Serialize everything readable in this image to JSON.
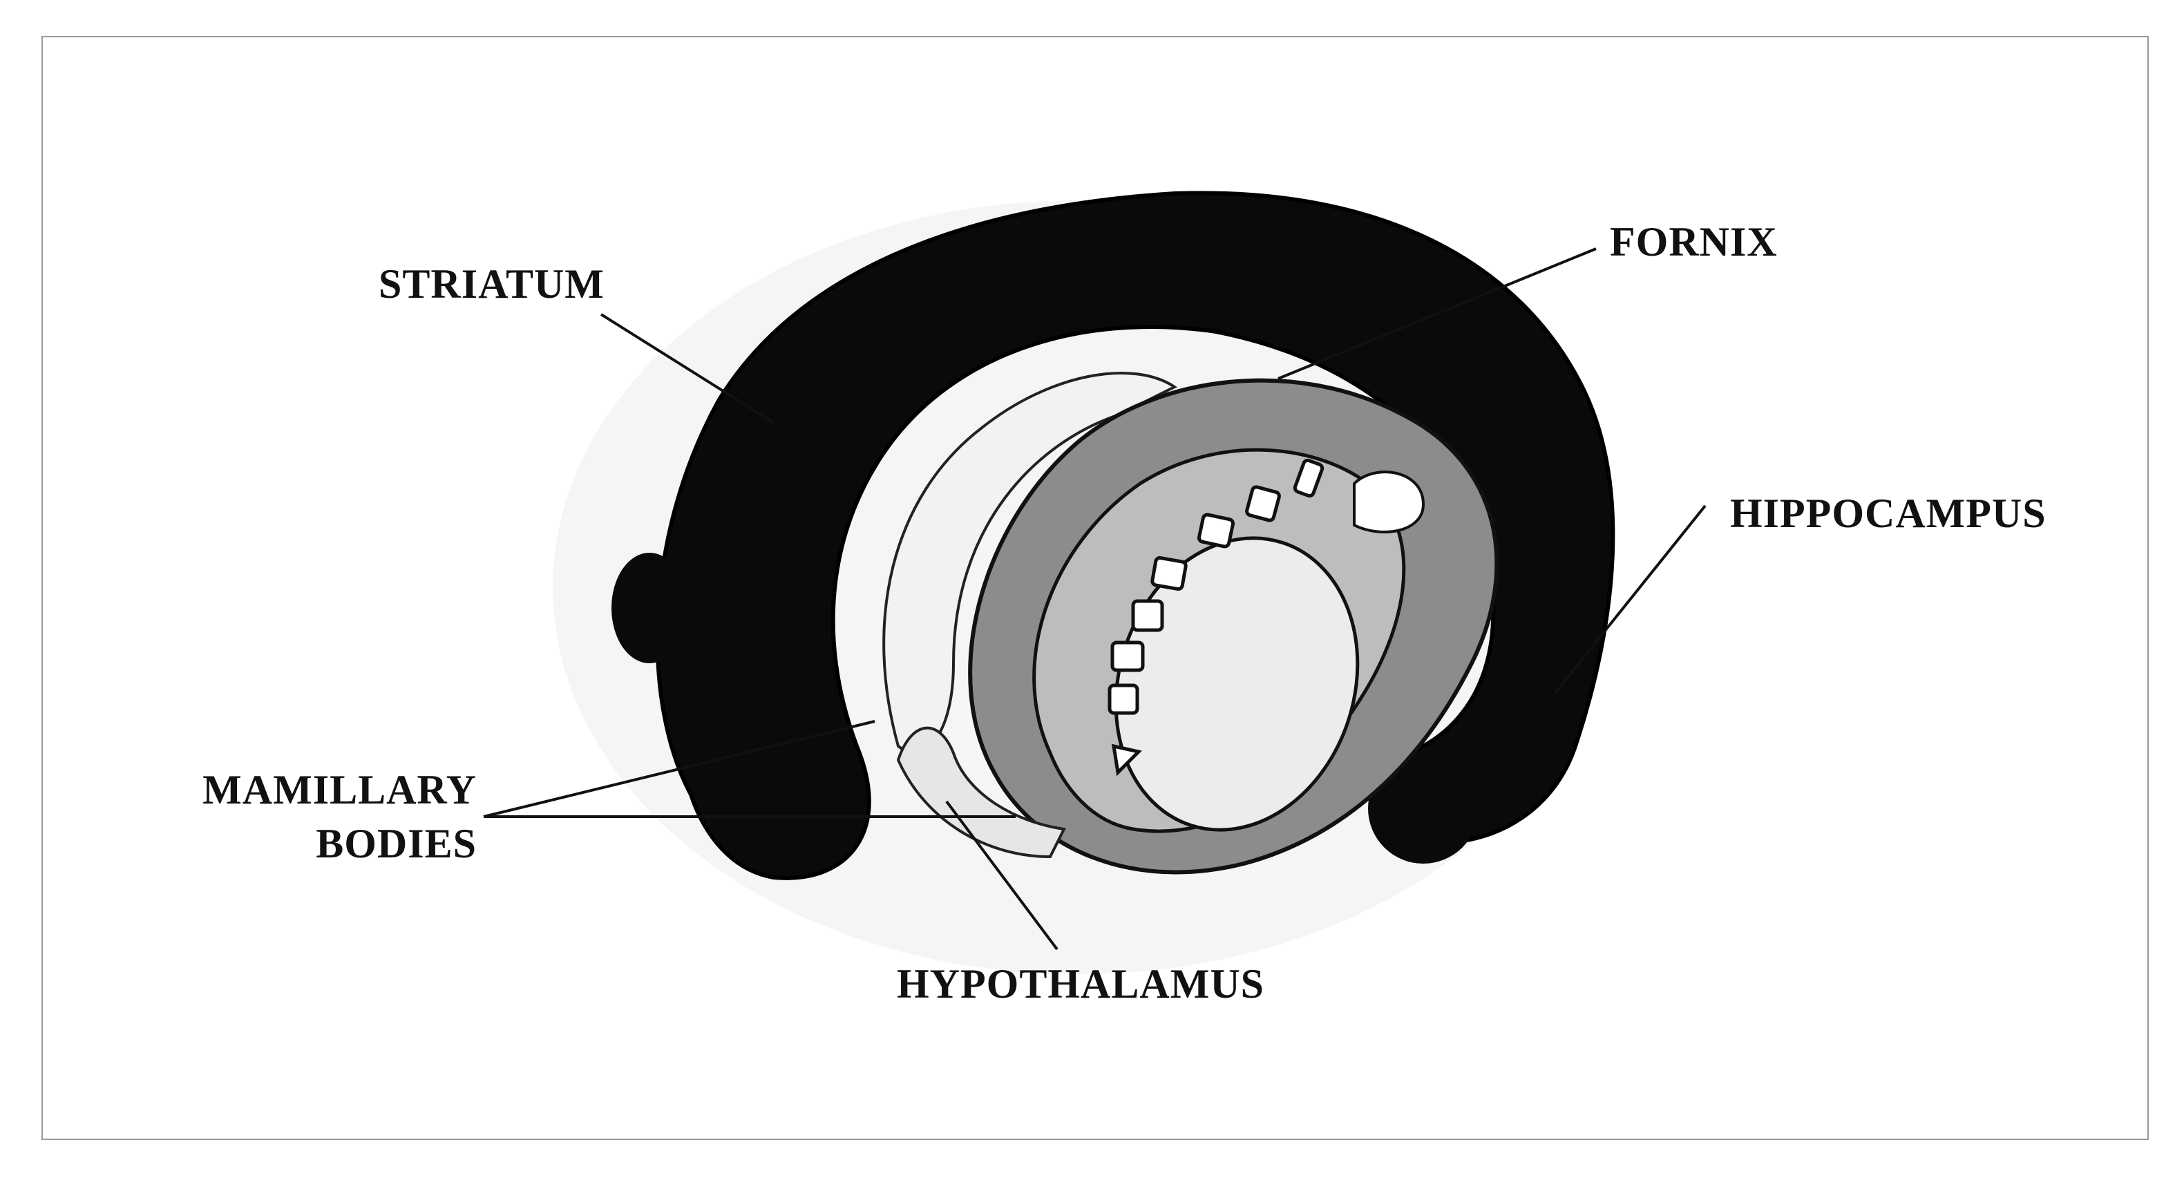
{
  "labels": {
    "striatum": "STRIATUM",
    "fornix": "FORNIX",
    "hippocampus": "HIPPOCAMPUS",
    "mamillary_line1": "MAMILLARY",
    "mamillary_line2": "BODIES",
    "hypothalamus": "HYPOTHALAMUS"
  },
  "colors": {
    "structure_dark": "#0a0a0a",
    "structure_mid": "#8c8c8c",
    "structure_light": "#bdbdbd",
    "interior": "#ececec",
    "leader_line": "#111111",
    "frame": "#9a9a9a"
  }
}
